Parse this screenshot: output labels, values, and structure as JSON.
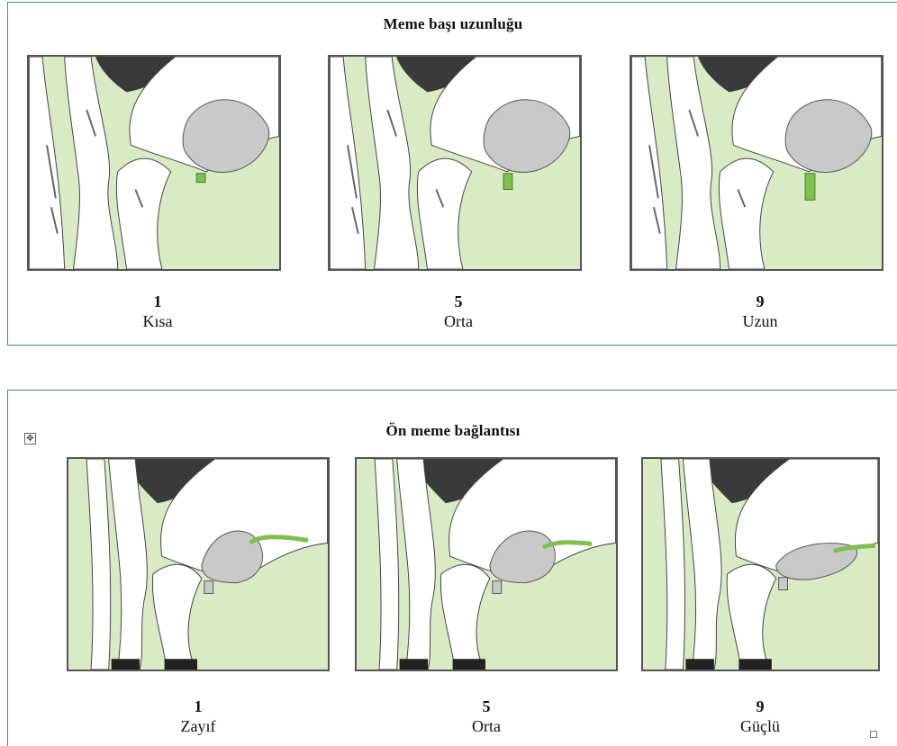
{
  "sections": [
    {
      "title": "Meme başı uzunluğu",
      "items": [
        {
          "score": "1",
          "label": "Kısa",
          "teat_length": 10
        },
        {
          "score": "5",
          "label": "Orta",
          "teat_length": 18
        },
        {
          "score": "9",
          "label": "Uzun",
          "teat_length": 30
        }
      ]
    },
    {
      "title": "Ön meme bağlantısı",
      "items": [
        {
          "score": "1",
          "label": "Zayıf",
          "attachment": "weak"
        },
        {
          "score": "5",
          "label": "Orta",
          "attachment": "intermediate"
        },
        {
          "score": "9",
          "label": "Güçlü",
          "attachment": "strong"
        }
      ]
    }
  ],
  "icons": {
    "move_handle": "move-handle-icon",
    "resize_handle": "resize-handle-icon"
  },
  "colors": {
    "panel_border": "#4f81bd",
    "grass": "#d8ebc4",
    "udder": "#c9c9c9",
    "black_patch": "#3a3a3a",
    "teat_highlight": "#7fbf4f"
  }
}
